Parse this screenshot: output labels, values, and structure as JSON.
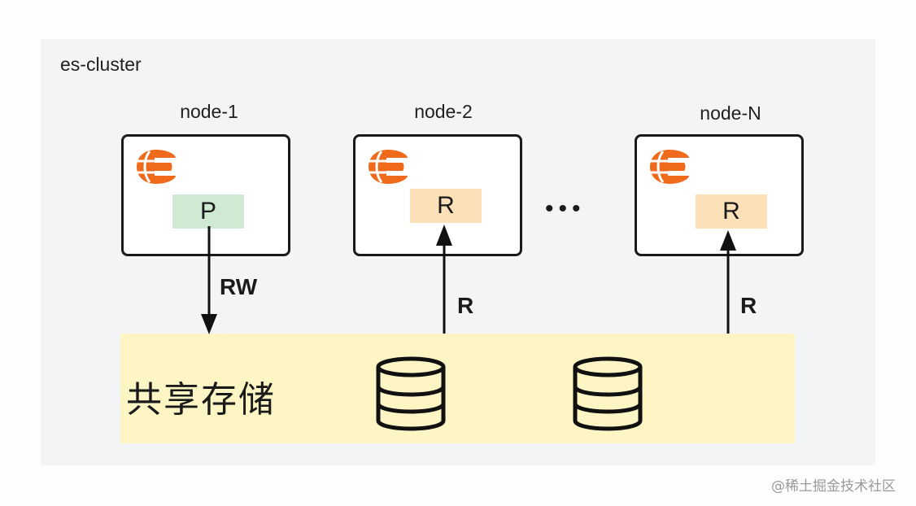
{
  "cluster": {
    "label": "es-cluster"
  },
  "nodes": [
    {
      "title": "node-1",
      "shard": "P",
      "shard_type": "primary",
      "logo": "elasticsearch-icon"
    },
    {
      "title": "node-2",
      "shard": "R",
      "shard_type": "replica",
      "logo": "elasticsearch-icon"
    },
    {
      "title": "node-N",
      "shard": "R",
      "shard_type": "replica",
      "logo": "elasticsearch-icon"
    }
  ],
  "ellipsis": "•••",
  "edges": [
    {
      "from": "node-1",
      "to": "storage",
      "label": "RW",
      "direction": "down"
    },
    {
      "from": "storage",
      "to": "node-2",
      "label": "R",
      "direction": "up"
    },
    {
      "from": "storage",
      "to": "node-N",
      "label": "R",
      "direction": "up"
    }
  ],
  "storage": {
    "label": "共享存储",
    "databases": [
      "database-icon",
      "database-icon"
    ]
  },
  "watermark": "@稀土掘金技术社区",
  "colors": {
    "primary_shard": "#cfe9d3",
    "replica_shard": "#fbe0b8",
    "storage": "#fdf5c4",
    "logo": "#ef6a1a",
    "cluster_bg": "#f3f4f6"
  }
}
